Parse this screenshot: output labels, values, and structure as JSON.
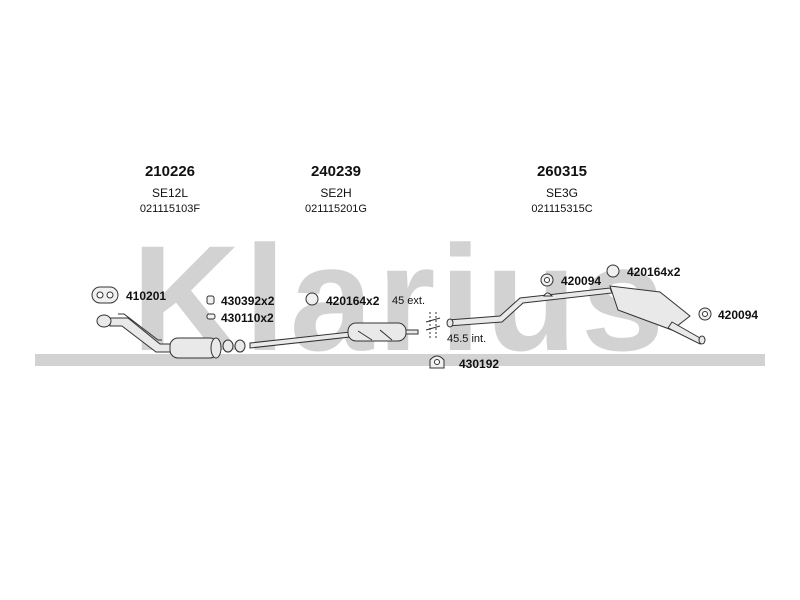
{
  "watermark": {
    "text": "Klarius",
    "color": "#cfcfcf"
  },
  "sections": [
    {
      "part_number": "210226",
      "name": "SE12L",
      "oe_number": "021115103F"
    },
    {
      "part_number": "240239",
      "name": "SE2H",
      "oe_number": "021115201G"
    },
    {
      "part_number": "260315",
      "name": "SE3G",
      "oe_number": "021115315C"
    }
  ],
  "fittings": {
    "gasket": "410201",
    "clamp_a": "430392x2",
    "clamp_b": "430110x2",
    "ring_mid": "420164x2",
    "hanger_bottom": "430192",
    "rubber_top": "420094",
    "ring_right": "420164x2",
    "rubber_right": "420094"
  },
  "notes": {
    "ext": "45 ext.",
    "int": "45.5 int."
  }
}
